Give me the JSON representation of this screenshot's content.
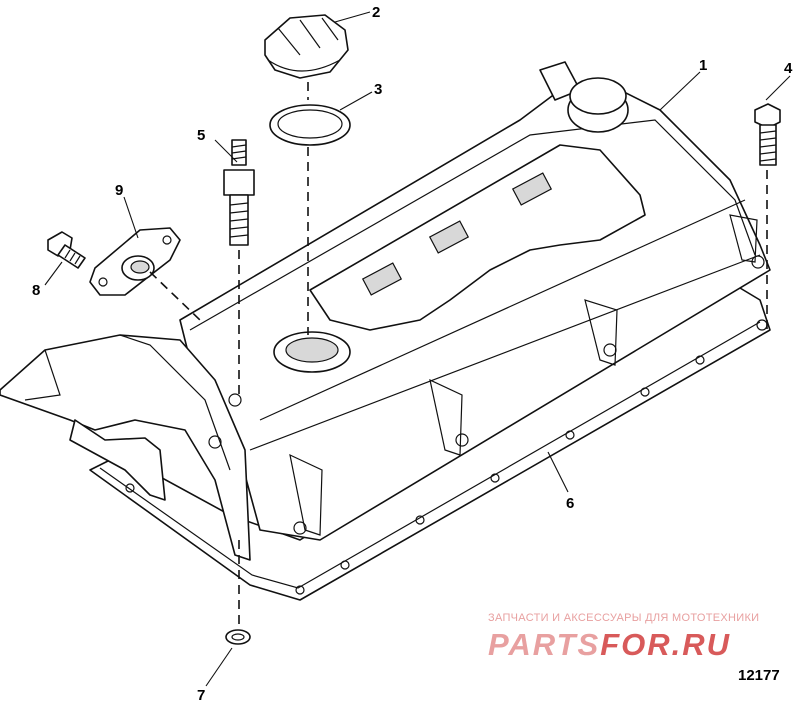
{
  "callouts": [
    {
      "id": "1",
      "label": "1"
    },
    {
      "id": "2",
      "label": "2"
    },
    {
      "id": "3",
      "label": "3"
    },
    {
      "id": "4",
      "label": "4"
    },
    {
      "id": "5",
      "label": "5"
    },
    {
      "id": "6",
      "label": "6"
    },
    {
      "id": "7",
      "label": "7"
    },
    {
      "id": "8",
      "label": "8"
    },
    {
      "id": "9",
      "label": "9"
    }
  ],
  "figure_number": "12177",
  "watermark": {
    "tagline": "ЗАПЧАСТИ И АКСЕССУАРЫ ДЛЯ МОТОТЕХНИКИ",
    "logo_part1": "PARTS",
    "logo_part2": "FOR.RU",
    "color": "#e8a0a0",
    "accent_color": "#d85a5a"
  }
}
